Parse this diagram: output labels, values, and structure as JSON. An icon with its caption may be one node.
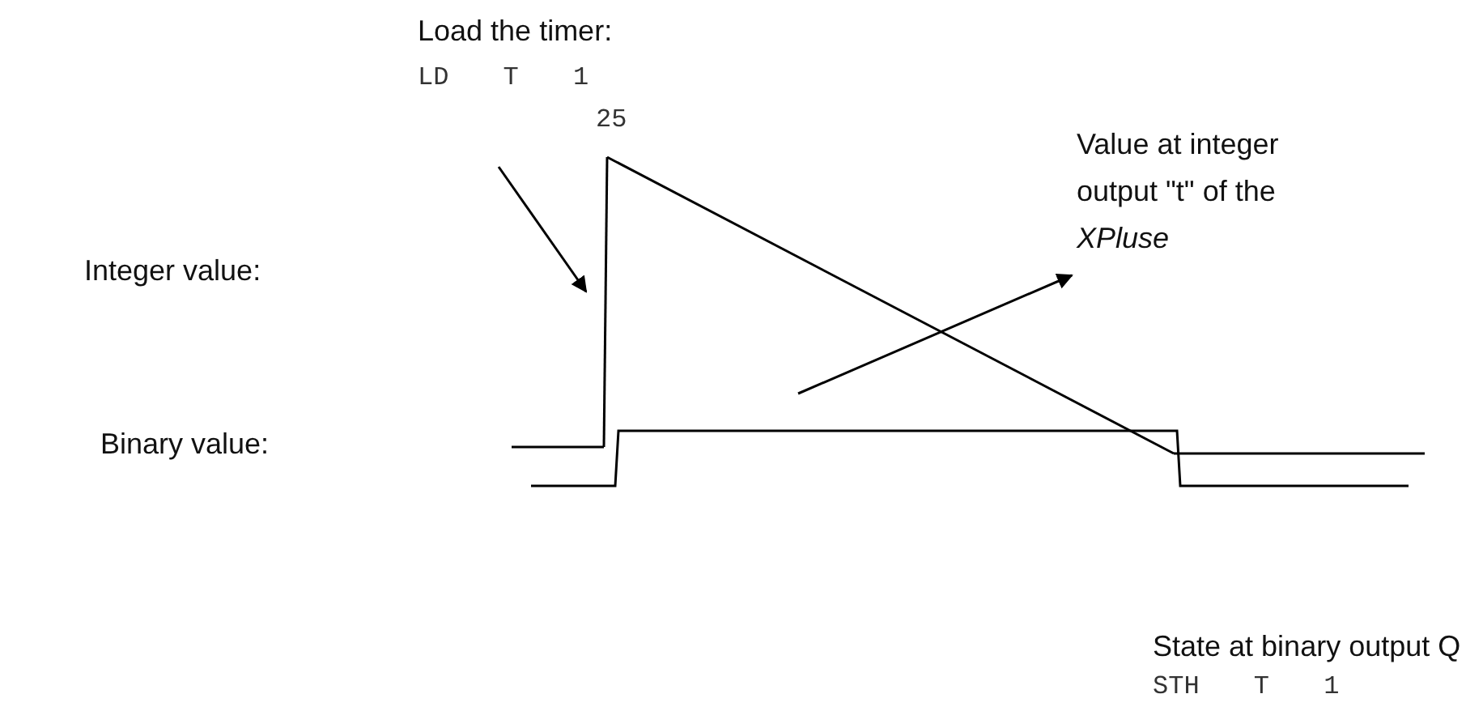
{
  "diagram": {
    "nodes": [
      {
        "text": [
          "Load the timer:",
          "LD T 1",
          "25"
        ]
      },
      {
        "text": [],
        "shape": "line"
      },
      {
        "text": [
          "Value at integer output \"t\" of the *XPluse*"
        ]
      },
      {
        "text": [],
        "shape": "line"
      }
    ],
    "edges": [
      {
        "from": 0,
        "to": 1,
        "arrow": "to"
      },
      {
        "from": 3,
        "to": 2,
        "arrow": "to"
      }
    ],
    "labels": [
      "Integer value:",
      "Binary value:",
      "State at binary output Q",
      "STH T 1"
    ]
  }
}
